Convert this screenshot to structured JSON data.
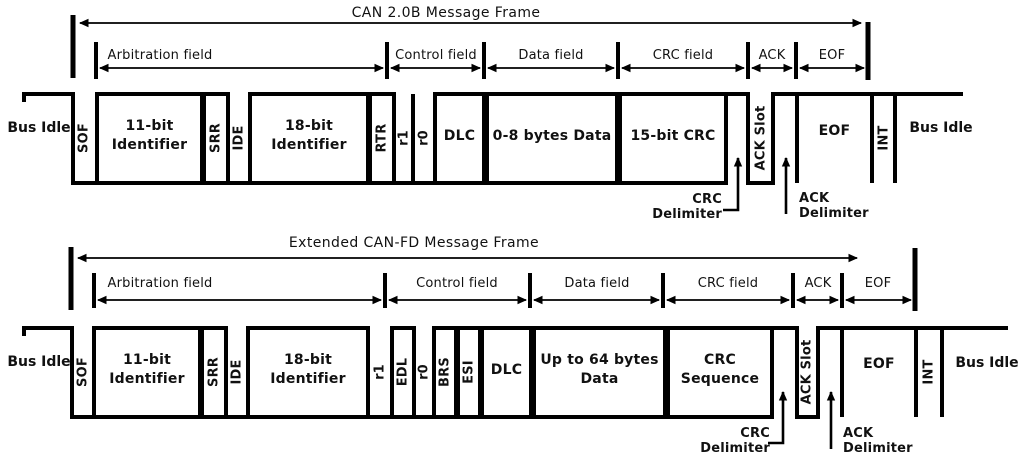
{
  "colors": {
    "line": "#000000",
    "text": "#111111",
    "background": "#ffffff"
  },
  "top": {
    "title": "CAN 2.0B Message Frame",
    "bus_idle_left": "Bus Idle",
    "bus_idle_right": "Bus Idle",
    "fields": {
      "arbitration": "Arbitration field",
      "control": "Control field",
      "data": "Data field",
      "crc": "CRC field",
      "ack": "ACK",
      "eof": "EOF"
    },
    "segments": {
      "sof": "SOF",
      "identifier_11bit": "11-bit Identifier",
      "srr": "SRR",
      "ide": "IDE",
      "identifier_18bit": "18-bit Identifier",
      "rtr": "RTR",
      "r1": "r1",
      "r0": "r0",
      "dlc": "DLC",
      "data": "0-8 bytes Data",
      "crc": "15-bit CRC",
      "ack_slot": "ACK Slot",
      "eof": "EOF",
      "int": "INT"
    },
    "callouts": {
      "crc_delimiter": "CRC Delimiter",
      "ack_delimiter": "ACK Delimiter"
    }
  },
  "bottom": {
    "title": "Extended CAN-FD Message Frame",
    "bus_idle_left": "Bus Idle",
    "bus_idle_right": "Bus Idle",
    "fields": {
      "arbitration": "Arbitration field",
      "control": "Control field",
      "data": "Data field",
      "crc": "CRC field",
      "ack": "ACK",
      "eof": "EOF"
    },
    "segments": {
      "sof": "SOF",
      "identifier_11bit": "11-bit Identifier",
      "srr": "SRR",
      "ide": "IDE",
      "identifier_18bit": "18-bit Identifier",
      "r1": "r1",
      "edl": "EDL",
      "r0": "r0",
      "brs": "BRS",
      "esi": "ESI",
      "dlc": "DLC",
      "data": "Up to 64 bytes Data",
      "crc": "CRC Sequence",
      "ack_slot": "ACK Slot",
      "eof": "EOF",
      "int": "INT"
    },
    "callouts": {
      "crc_delimiter": "CRC Delimiter",
      "ack_delimiter": "ACK Delimiter"
    }
  }
}
